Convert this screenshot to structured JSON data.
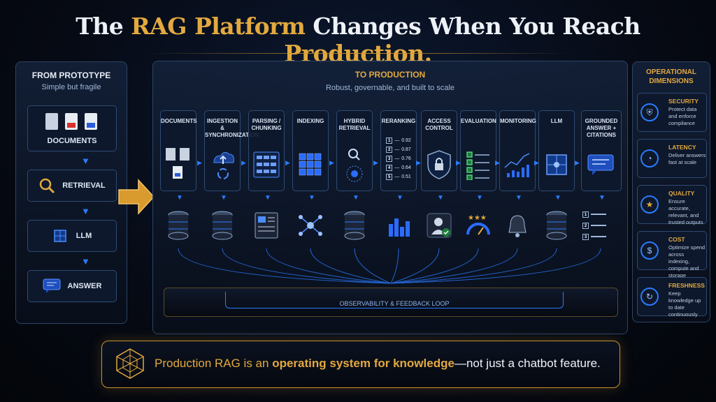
{
  "title": {
    "pre": "The ",
    "accent1": "RAG Platform",
    "mid": " Changes When You Reach ",
    "accent2": "Production."
  },
  "prototype": {
    "heading": "FROM PROTOTYPE",
    "subheading": "Simple but fragile",
    "steps": [
      "DOCUMENTS",
      "RETRIEVAL",
      "LLM",
      "ANSWER"
    ]
  },
  "production": {
    "heading": "TO PRODUCTION",
    "subheading": "Robust, governable, and built to scale",
    "stages": [
      "DOCUMENTS",
      "INGESTION & SYNCHRONIZATION",
      "PARSING / CHUNKING",
      "INDEXING",
      "HYBRID RETRIEVAL",
      "RERANKING",
      "ACCESS CONTROL",
      "EVALUATION",
      "MONITORING",
      "LLM",
      "GROUNDED ANSWER + CITATIONS"
    ],
    "reranking_scores": [
      {
        "rank": "1",
        "score": "0.92"
      },
      {
        "rank": "2",
        "score": "0.87"
      },
      {
        "rank": "3",
        "score": "0.76"
      },
      {
        "rank": "4",
        "score": "0.64"
      },
      {
        "rank": "5",
        "score": "0.51"
      }
    ],
    "feedback_loop": "OBSERVABILITY & FEEDBACK LOOP",
    "citations": [
      "1",
      "2",
      "3"
    ]
  },
  "dimensions": {
    "heading": "OPERATIONAL DIMENSIONS",
    "items": [
      {
        "title": "SECURITY",
        "desc": "Protect data and enforce compliance",
        "icon": "shield-icon"
      },
      {
        "title": "LATENCY",
        "desc": "Deliver answers fast at scale",
        "icon": "gauge-icon"
      },
      {
        "title": "QUALITY",
        "desc": "Ensure accurate, relevant, and trusted outputs",
        "icon": "star-icon"
      },
      {
        "title": "COST",
        "desc": "Optimize spend across indexing, compute and storage",
        "icon": "dollar-icon"
      },
      {
        "title": "FRESHNESS",
        "desc": "Keep knowledge up to date continuously",
        "icon": "refresh-icon"
      }
    ]
  },
  "banner": {
    "pre": "Production RAG is an ",
    "bold": "operating system for knowledge",
    "post": "—not just a chatbot feature."
  },
  "colors": {
    "accent": "#e3a93f",
    "blue": "#2b7bff",
    "background": "#05080f"
  }
}
